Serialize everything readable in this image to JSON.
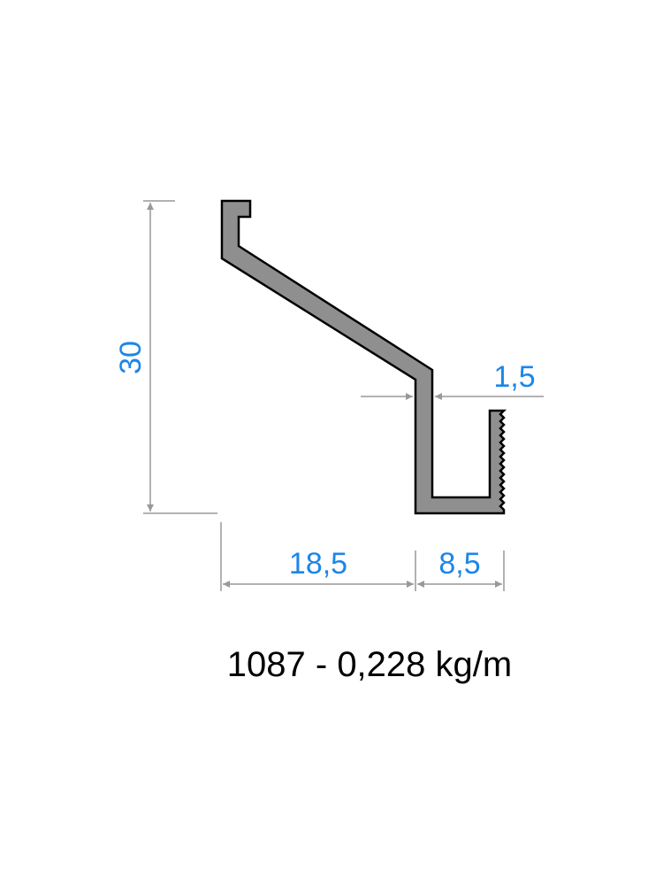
{
  "dimensions": {
    "height": "30",
    "wall_thickness": "1,5",
    "width_left": "18,5",
    "width_right": "8,5"
  },
  "caption": "1087 - 0,228 kg/m",
  "colors": {
    "profile_fill": "#8f8f8f",
    "profile_stroke": "#000000",
    "dimension_line": "#999999",
    "dimension_text": "#1c86e8",
    "caption_text": "#000000"
  }
}
